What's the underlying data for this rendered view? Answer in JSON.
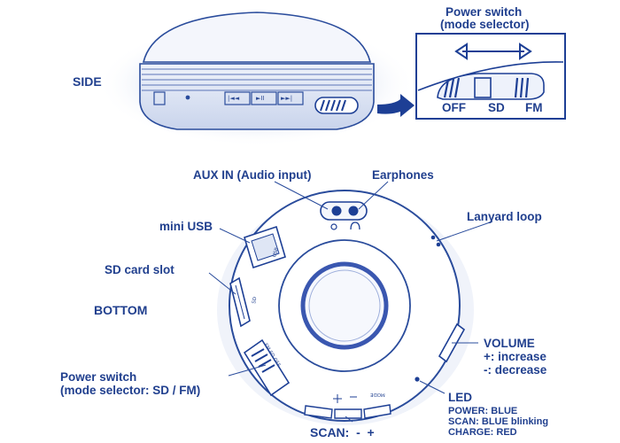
{
  "side": {
    "title": "SIDE",
    "buttons": [
      "|◄◄",
      "►II",
      "►►|"
    ],
    "inset": {
      "title_line1": "Power switch",
      "title_line2": "(mode selector)",
      "positions": [
        "OFF",
        "SD",
        "FM"
      ]
    }
  },
  "bottom": {
    "title": "BOTTOM",
    "labels": {
      "aux_in": "AUX IN (Audio input)",
      "earphones": "Earphones",
      "lanyard": "Lanyard loop",
      "mini_usb": "mini USB",
      "sd_slot": "SD card slot",
      "power_switch_line1": "Power switch",
      "power_switch_line2": "(mode selector: SD / FM)",
      "volume_title": "VOLUME",
      "volume_plus": "+: increase",
      "volume_minus": "-: decrease",
      "led_title": "LED",
      "led_power": "POWER: BLUE",
      "led_scan": "SCAN: BLUE blinking",
      "led_charge": "CHARGE: RED",
      "scan": "SCAN:  -  +"
    },
    "device_marks": {
      "usb": "USB",
      "sd": "SD",
      "switch_text": "FM SD OFF",
      "mode": "MODE",
      "plus": "+",
      "minus": "-"
    }
  },
  "colors": {
    "ink": "#203f8e",
    "line": "#2a4c9c",
    "arrow": "#1d3f95",
    "ring": "#3a57b0"
  }
}
